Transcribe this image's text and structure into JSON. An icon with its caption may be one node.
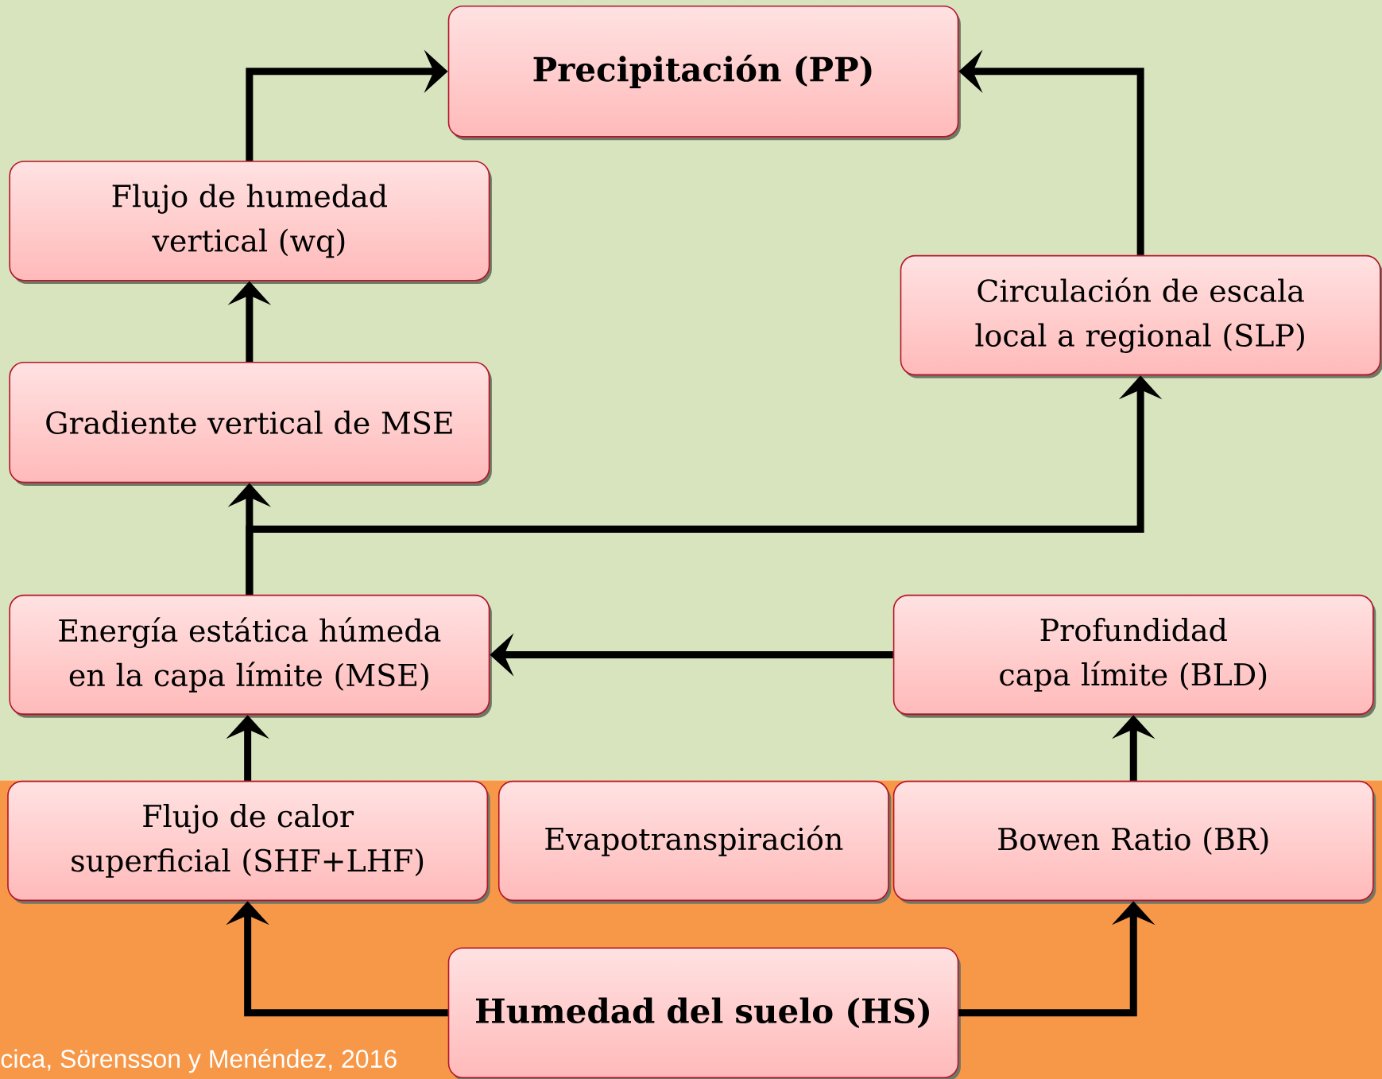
{
  "diagram": {
    "nodes": [
      {
        "text": [
          "Precipitación (PP)"
        ]
      },
      {
        "text": [
          "Flujo de humedad vertical (wq)"
        ]
      },
      {
        "text": [
          "Circulación de escala local a regional (SLP)"
        ]
      },
      {
        "text": [
          "Gradiente vertical de MSE"
        ]
      },
      {
        "text": [
          "Energía estática húmeda en la capa límite (MSE)"
        ]
      },
      {
        "text": [
          "Profundidad capa límite (BLD)"
        ]
      },
      {
        "text": [
          "Flujo de calor superficial (SHF+LHF)"
        ]
      },
      {
        "text": [
          "Evapotranspiración"
        ]
      },
      {
        "text": [
          "Bowen Ratio (BR)"
        ]
      },
      {
        "text": [
          "Humedad del suelo (HS)"
        ]
      }
    ],
    "edges": [
      {
        "from": 9,
        "to": 6,
        "arrow": "to"
      },
      {
        "from": 9,
        "to": 8,
        "arrow": "to"
      },
      {
        "from": 6,
        "to": 4,
        "arrow": "to"
      },
      {
        "from": 8,
        "to": 5,
        "arrow": "to"
      },
      {
        "from": 5,
        "to": 4,
        "arrow": "to"
      },
      {
        "from": 4,
        "to": 3,
        "arrow": "to"
      },
      {
        "from": 4,
        "to": 2,
        "arrow": "to"
      },
      {
        "from": 3,
        "to": 1,
        "arrow": "to"
      },
      {
        "from": 1,
        "to": 0,
        "arrow": "to"
      },
      {
        "from": 2,
        "to": 0,
        "arrow": "to"
      }
    ],
    "labels": [
      "cica, Sörensson y Menéndez, 2016"
    ]
  }
}
